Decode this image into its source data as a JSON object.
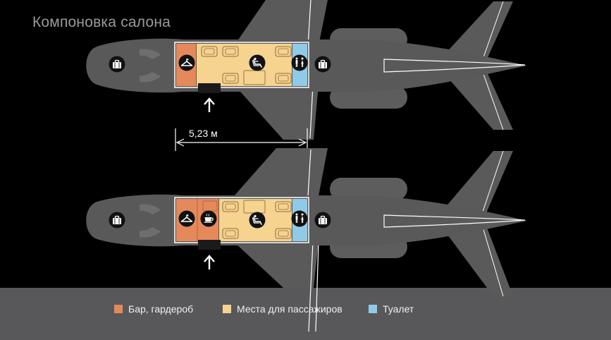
{
  "title": "Компоновка салона",
  "dimension": {
    "label": "5,23 м"
  },
  "legend": [
    {
      "label": "Бар, гардероб",
      "color": "#e5895b"
    },
    {
      "label": "Места для пассажиров",
      "color": "#f6d38f"
    },
    {
      "label": "Туалет",
      "color": "#8fcbe8"
    }
  ],
  "colors": {
    "background": "#000000",
    "ground": "#58585a",
    "fuselage": "#595959",
    "wing": "#5a5a5a",
    "outline": "#ffffff",
    "bar": "#e5895b",
    "seats": "#f6d38f",
    "toilet": "#8fcbe8"
  },
  "icons": [
    "luggage-icon",
    "hanger-icon",
    "recliner-seat-icon",
    "restroom-icon",
    "coffee-cup-icon",
    "entry-arrow-icon"
  ]
}
